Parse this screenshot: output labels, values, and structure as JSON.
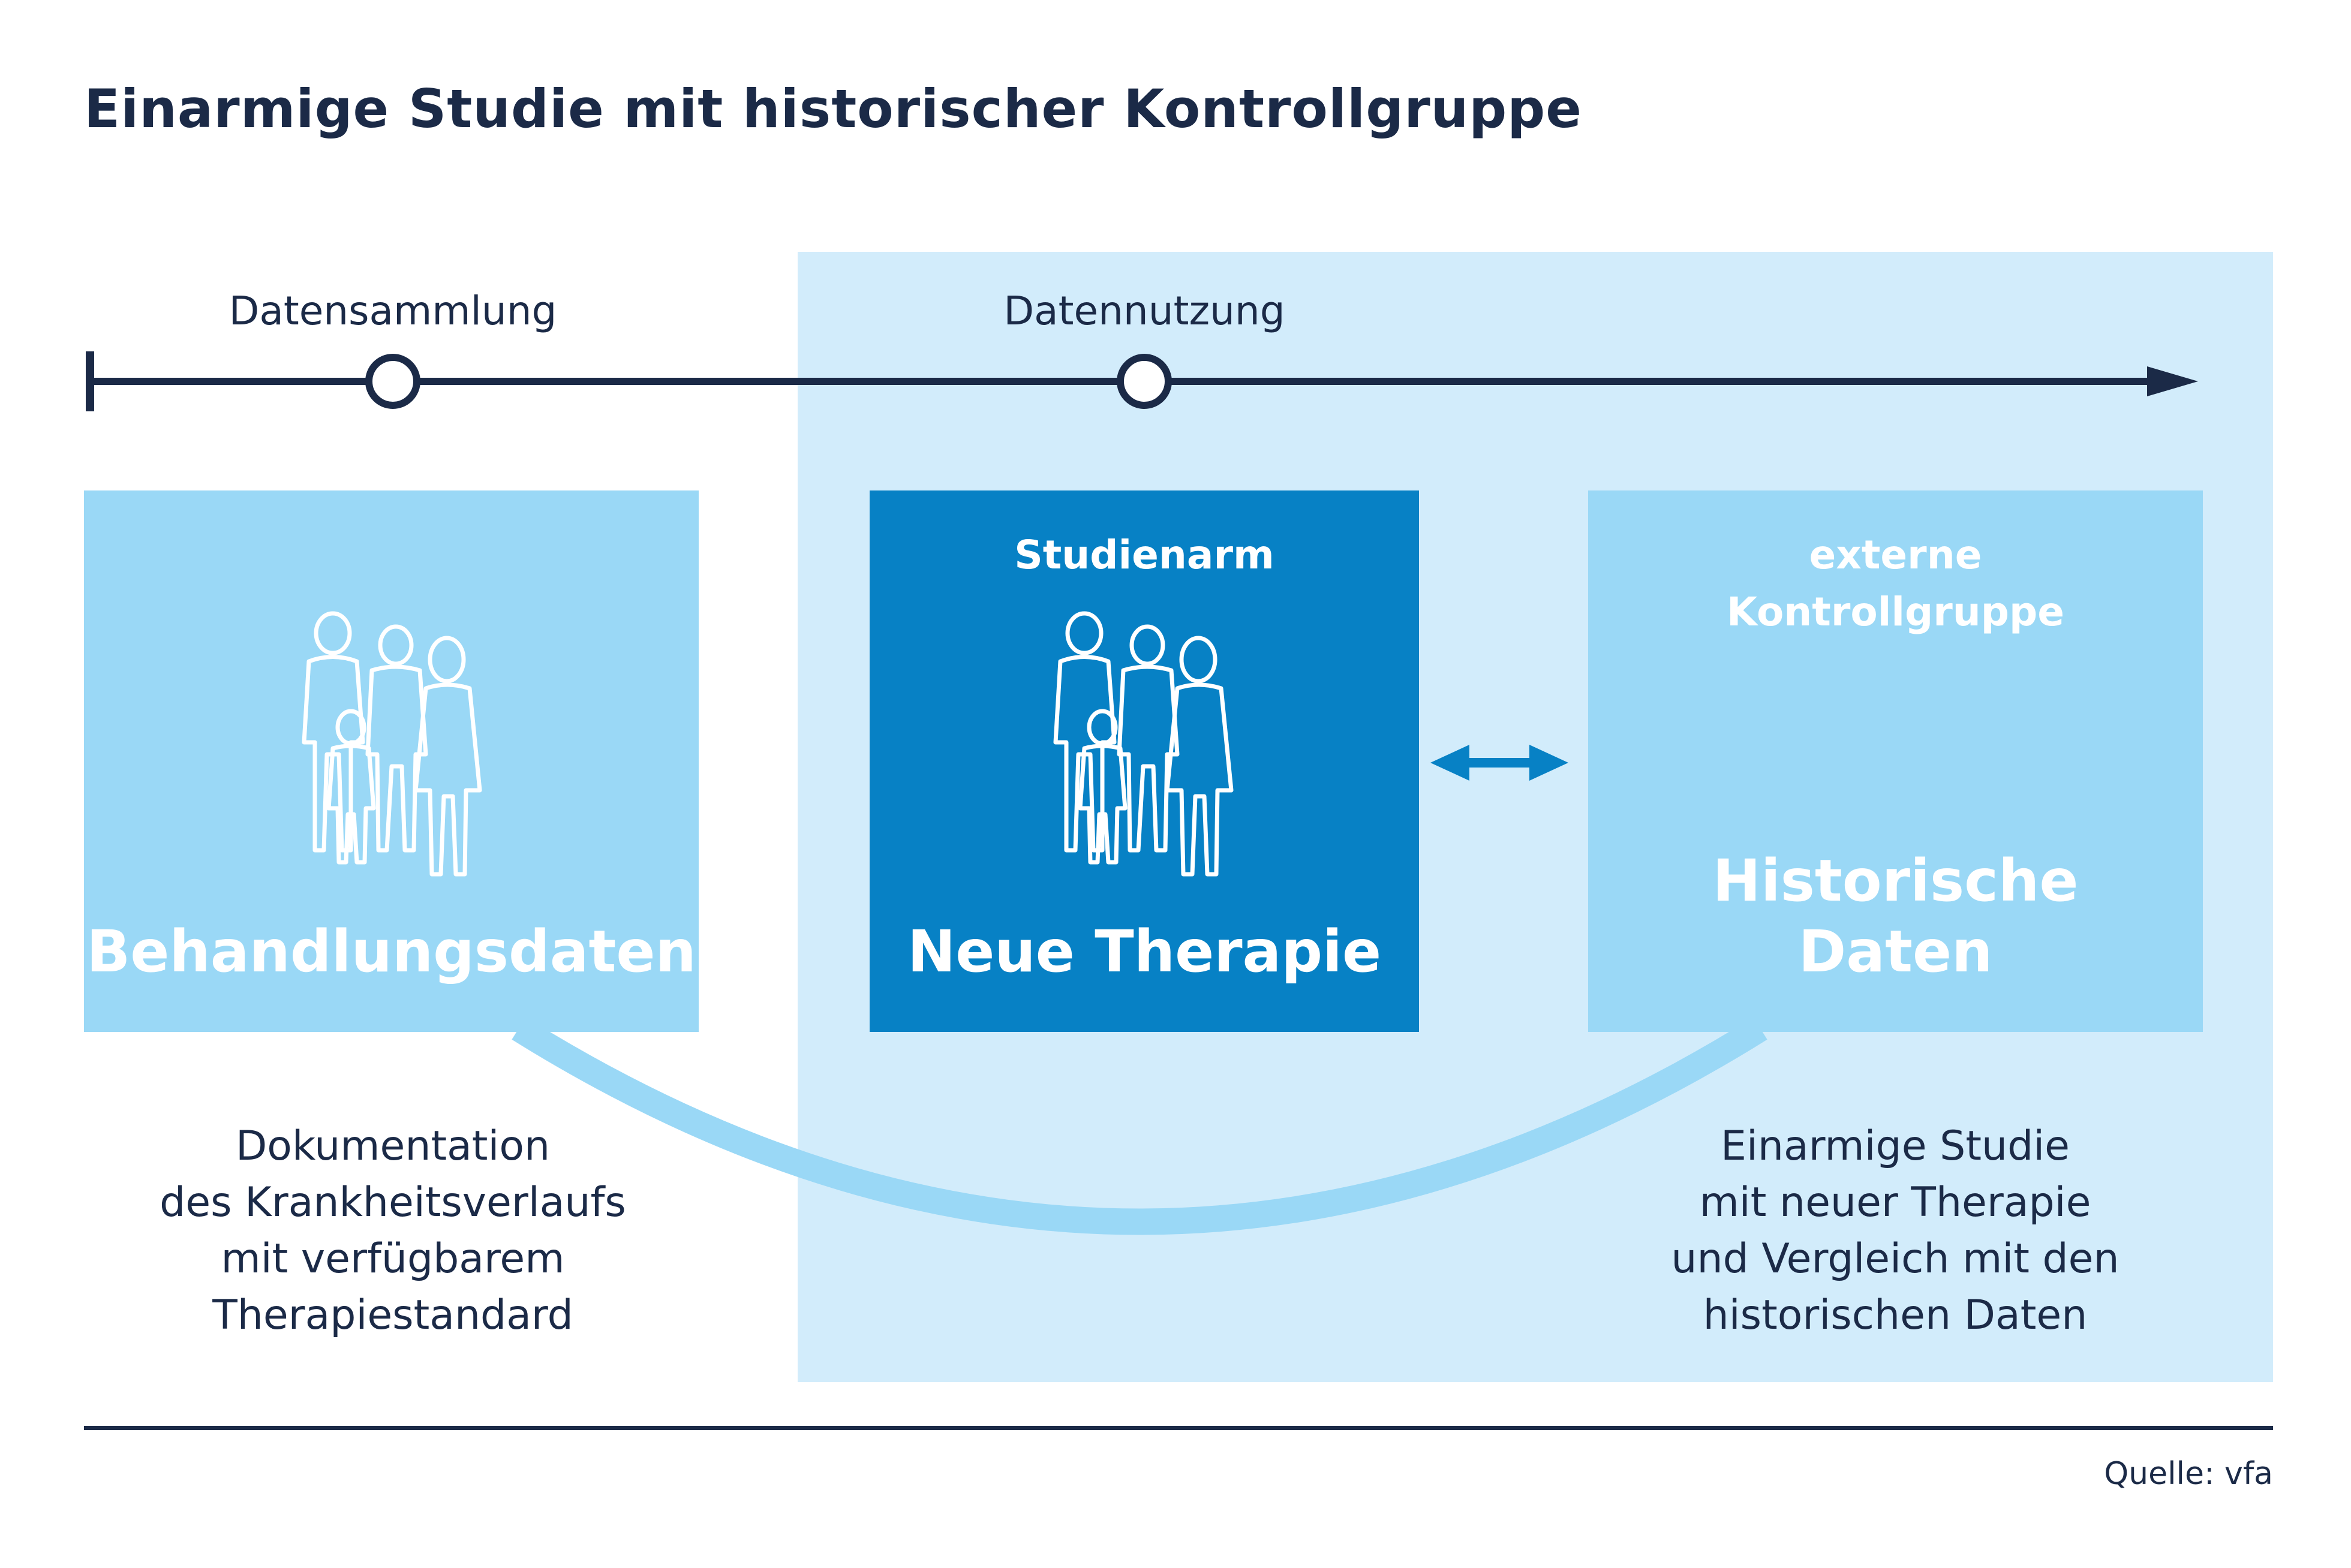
{
  "title": "Einarmige Studie mit historischer Kontrollgruppe",
  "timeline": {
    "collection_label": "Datensammlung",
    "usage_label": "Datennutzung"
  },
  "boxes": {
    "treatment_data": {
      "main": "Behandlungsdaten"
    },
    "new_therapy": {
      "top": "Studienarm",
      "main": "Neue Therapie"
    },
    "historical": {
      "top_line1": "externe",
      "top_line2": "Kontrollgruppe",
      "main_line1": "Historische",
      "main_line2": "Daten"
    }
  },
  "descriptions": {
    "left": [
      "Dokumentation",
      "des Krankheitsverlaufs",
      "mit verfügbarem",
      "Therapiestandard"
    ],
    "right": [
      "Einarmige Studie",
      "mit neuer Therapie",
      "und Vergleich mit den",
      "historischen Daten"
    ]
  },
  "source": "Quelle: vfa",
  "colors": {
    "navy": "#1b2a47",
    "light_blue": "#9ad8f6",
    "dark_blue": "#0781c5",
    "background_blue": "#d2ecfb"
  }
}
